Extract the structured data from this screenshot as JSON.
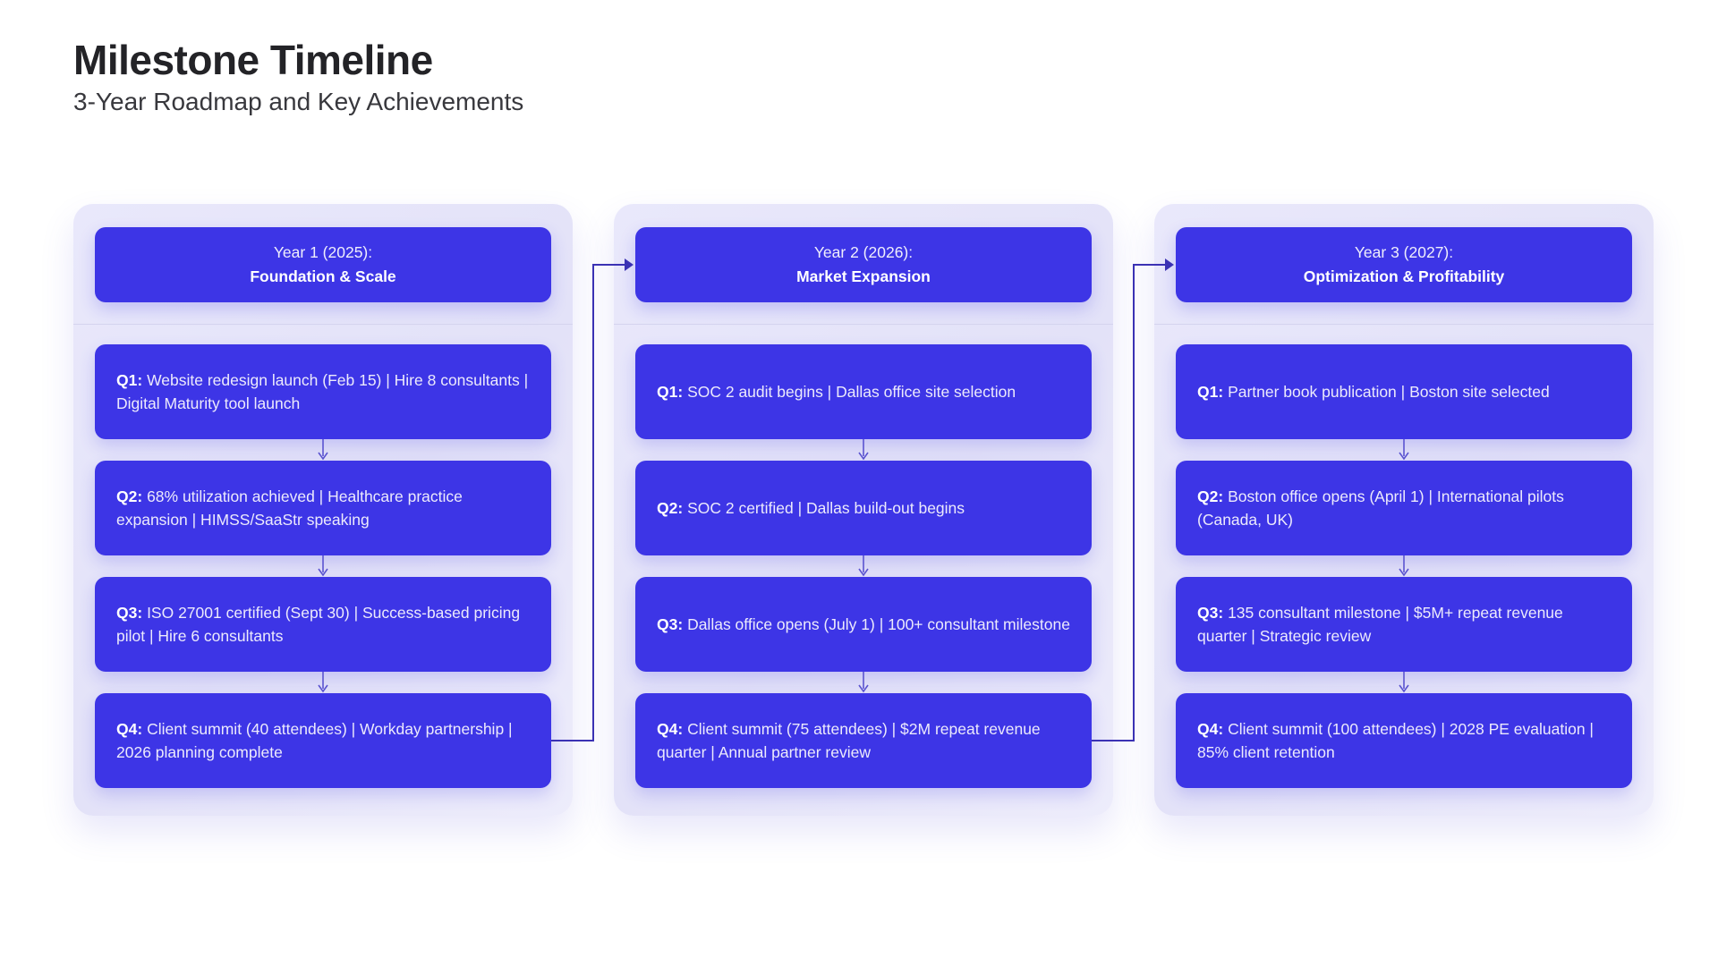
{
  "page": {
    "title": "Milestone Timeline",
    "subtitle": "3-Year Roadmap and Key Achievements"
  },
  "colors": {
    "milestone_blue": "#3d35e6",
    "panel_lavender": "#e6e5fa",
    "connector_indigo": "#3b32b4",
    "arrow_indigo": "#5b54d0"
  },
  "columns": [
    {
      "header": {
        "line1": "Year 1 (2025):",
        "line2": "Foundation & Scale"
      },
      "quarters": [
        {
          "label": "Q1:",
          "text": "Website redesign launch (Feb 15) | Hire 8 consultants | Digital Maturity tool launch"
        },
        {
          "label": "Q2:",
          "text": "68% utilization achieved | Healthcare practice expansion | HIMSS/SaaStr speaking"
        },
        {
          "label": "Q3:",
          "text": "ISO 27001 certified (Sept 30) | Success-based pricing pilot | Hire 6 consultants"
        },
        {
          "label": "Q4:",
          "text": "Client summit (40 attendees) | Workday partnership | 2026 planning complete"
        }
      ]
    },
    {
      "header": {
        "line1": "Year 2 (2026):",
        "line2": "Market Expansion"
      },
      "quarters": [
        {
          "label": "Q1:",
          "text": "SOC 2 audit begins | Dallas office site selection"
        },
        {
          "label": "Q2:",
          "text": "SOC 2 certified | Dallas build-out begins"
        },
        {
          "label": "Q3:",
          "text": "Dallas office opens (July 1) | 100+ consultant milestone"
        },
        {
          "label": "Q4:",
          "text": "Client summit (75 attendees) | $2M repeat revenue quarter | Annual partner review"
        }
      ]
    },
    {
      "header": {
        "line1": "Year 3 (2027):",
        "line2": "Optimization & Profitability"
      },
      "quarters": [
        {
          "label": "Q1:",
          "text": "Partner book publication | Boston site selected"
        },
        {
          "label": "Q2:",
          "text": "Boston office opens (April 1) | International pilots (Canada, UK)"
        },
        {
          "label": "Q3:",
          "text": "135 consultant milestone | $5M+ repeat revenue quarter | Strategic review"
        },
        {
          "label": "Q4:",
          "text": "Client summit (100 attendees) | 2028 PE evaluation | 85% client retention"
        }
      ]
    }
  ]
}
